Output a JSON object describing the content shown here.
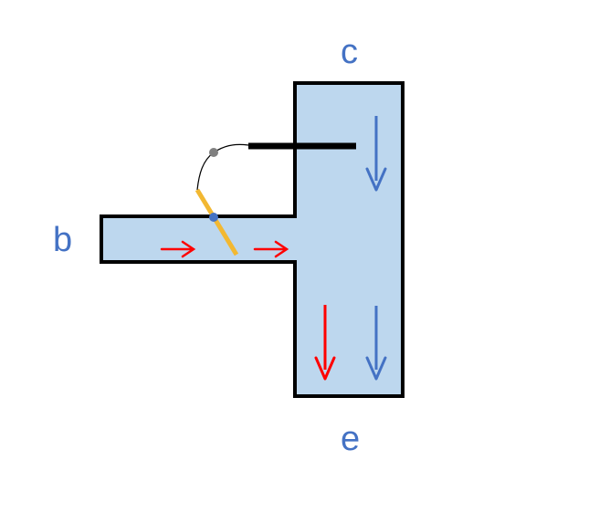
{
  "labels": {
    "top": "c",
    "left": "b",
    "bottom": "e"
  },
  "colors": {
    "fluid_fill": "#bdd7ee",
    "outline": "#000000",
    "label_text": "#4472c4",
    "arrow_blue": "#4472c4",
    "arrow_red": "#ff0000",
    "flap": "#f2b832",
    "pivot": "#4472c4",
    "linkage_joint": "#808080"
  },
  "icons": {
    "right_arrows": "red-right-arrow",
    "down_arrows": "blue-down-arrow",
    "red_down_arrow": "red-down-arrow"
  }
}
